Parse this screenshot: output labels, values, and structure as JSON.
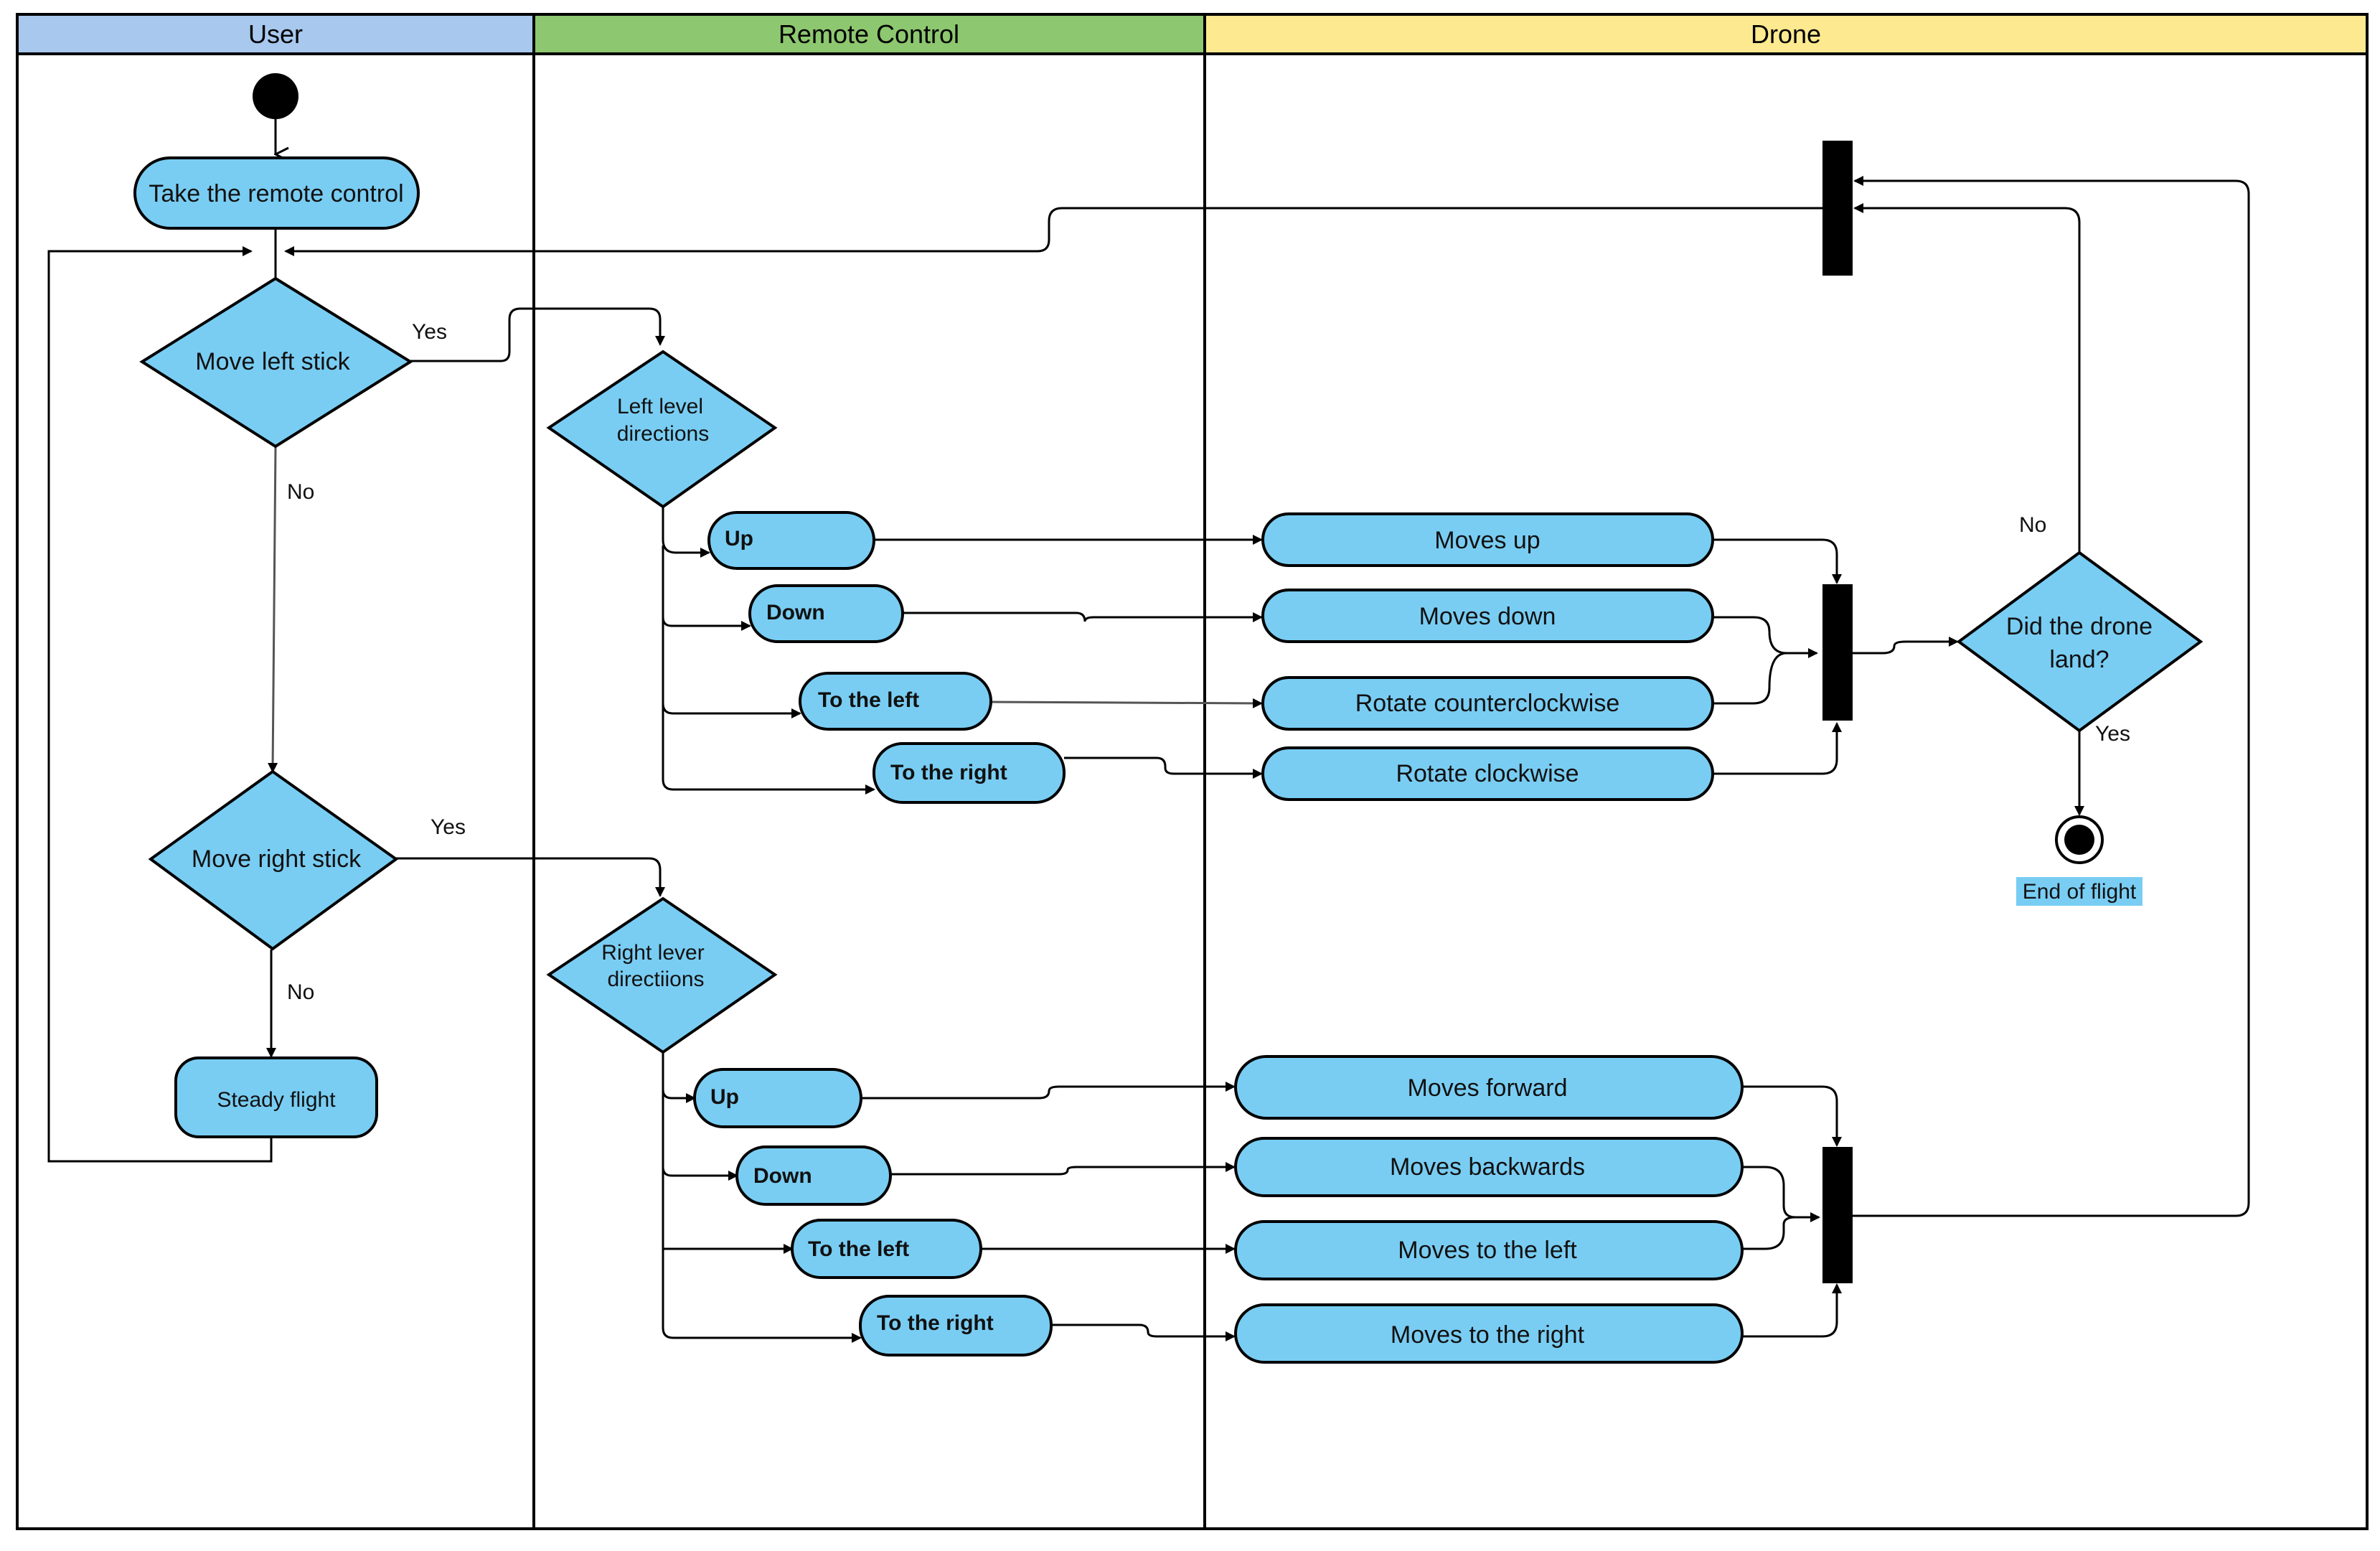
{
  "lanes": {
    "user": "User",
    "remote": "Remote Control",
    "drone": "Drone"
  },
  "colors": {
    "node_fill": "#79cdf3",
    "user_header": "#a8c8ee",
    "remote_header": "#8dc76f",
    "drone_header": "#fde98f"
  },
  "user_nodes": {
    "take_remote": "Take the remote control",
    "move_left": "Move left stick",
    "move_right": "Move right stick",
    "steady": "Steady flight"
  },
  "remote_nodes": {
    "left_dir_1": "Left level",
    "left_dir_2": "directions",
    "right_dir_1": "Right lever",
    "right_dir_2": "directiions",
    "left_up": "Up",
    "left_down": "Down",
    "left_left": "To the left",
    "left_right": "To the right",
    "right_up": "Up",
    "right_down": "Down",
    "right_left": "To the left",
    "right_right": "To the right"
  },
  "drone_nodes": {
    "moves_up": "Moves up",
    "moves_down": "Moves down",
    "rotate_ccw": "Rotate counterclockwise",
    "rotate_cw": "Rotate clockwise",
    "moves_forward": "Moves forward",
    "moves_backwards": "Moves backwards",
    "moves_left": "Moves to the left",
    "moves_right": "Moves to the right",
    "did_land_1": "Did the drone",
    "did_land_2": "land?",
    "end_flight": "End of flight"
  },
  "edge_labels": {
    "yes_left": "Yes",
    "no_left": "No",
    "yes_right": "Yes",
    "no_right": "No",
    "no_land": "No",
    "yes_land": "Yes"
  }
}
